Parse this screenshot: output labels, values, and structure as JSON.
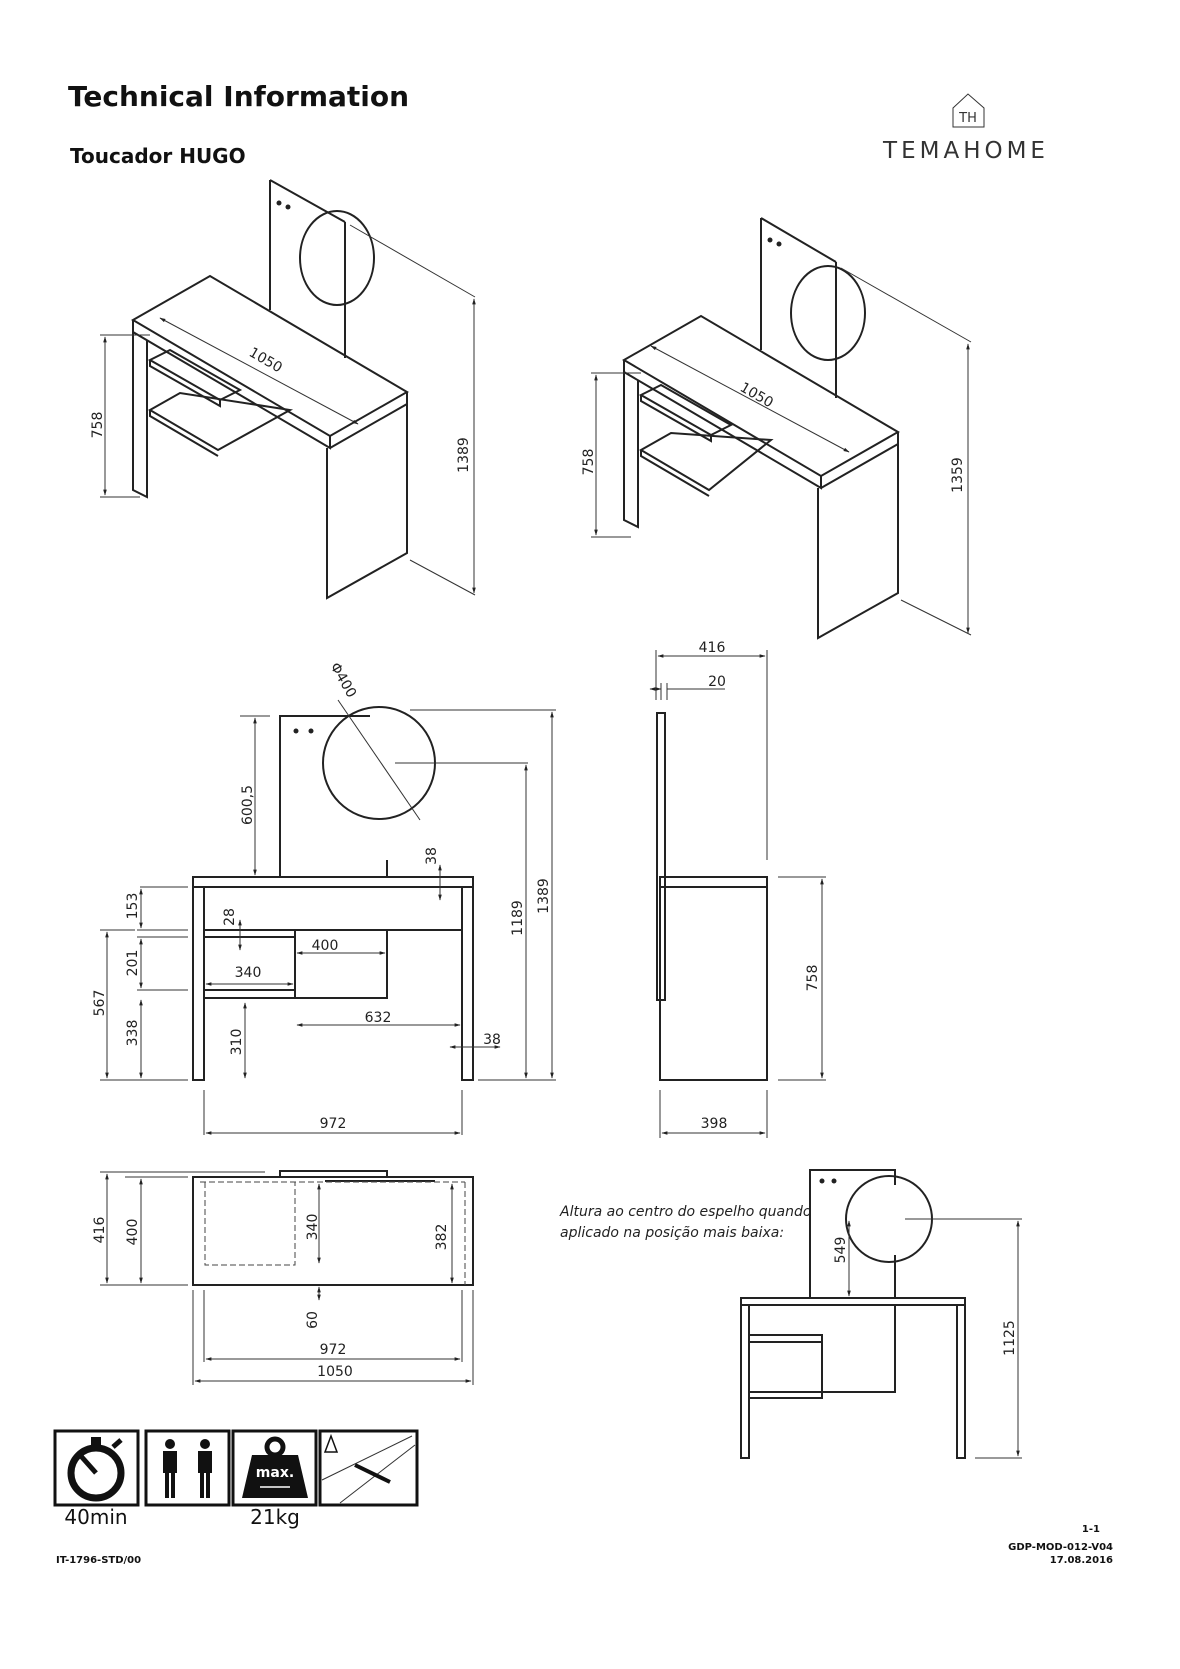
{
  "header": {
    "title": "Technical Information",
    "subtitle": "Toucador HUGO",
    "brand": "TEMAHOME",
    "logo_mark": "TH"
  },
  "iso_view_1": {
    "width": "1050",
    "height_left": "758",
    "height_total": "1389"
  },
  "iso_view_2": {
    "width": "1050",
    "height_left": "758",
    "height_total": "1359"
  },
  "front_view": {
    "mirror_diameter": "Φ400",
    "panel_above_top": "600,5",
    "top_thickness": "38",
    "apron": "153",
    "shelf_thickness": "28",
    "shelf_gap": "201",
    "box_width": "400",
    "shelf_width": "340",
    "left_height": "567",
    "lower_gap": "338",
    "lower_width": "632",
    "floor_to_shelf": "310",
    "leg_thickness": "38",
    "mirror_center_height": "1189",
    "total_height": "1389",
    "inner_width": "972"
  },
  "side_view": {
    "depth_total": "416",
    "mirror_offset": "20",
    "height": "758",
    "depth": "398"
  },
  "top_view": {
    "depth_total": "416",
    "depth": "400",
    "inner_depth_a": "340",
    "inner_depth_b": "382",
    "offset": "60",
    "inner_width": "972",
    "width": "1050"
  },
  "lowest_position": {
    "note_line1": "Altura ao centro do espelho quando",
    "note_line2": "aplicado na posição mais baixa:",
    "mirror_offset": "549",
    "center_height": "1125"
  },
  "icons": [
    {
      "name": "stopwatch-icon",
      "label": "40min"
    },
    {
      "name": "two-persons-icon",
      "label": ""
    },
    {
      "name": "max-weight-icon",
      "label": "21kg",
      "badge": "max."
    },
    {
      "name": "wall-fixing-warning-icon",
      "label": ""
    }
  ],
  "footer": {
    "page": "1-1",
    "form_code": "GDP-MOD-012-V04",
    "date": "17.08.2016",
    "doc_code": "IT-1796-STD/00"
  }
}
